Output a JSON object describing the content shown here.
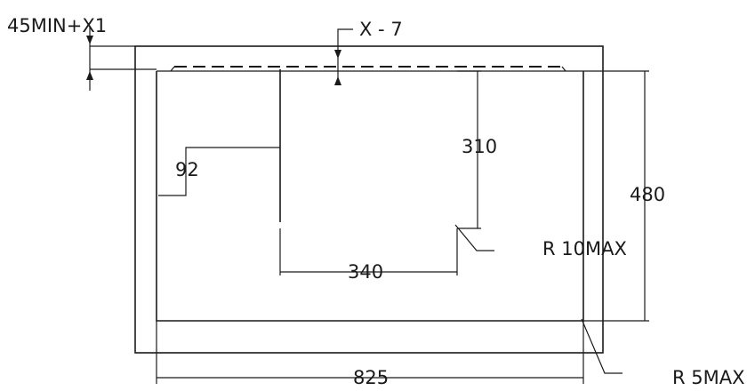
{
  "labels": {
    "offset_top": "45MIN+X1",
    "offset_x": "X - 7",
    "dim_92": "92",
    "dim_310": "310",
    "dim_480": "480",
    "dim_340": "340",
    "dim_825": "825",
    "radius_inner": "R 10MAX",
    "radius_outer": "R 5MAX"
  },
  "colors": {
    "ink": "#1a1a1a",
    "paper": "#ffffff"
  }
}
